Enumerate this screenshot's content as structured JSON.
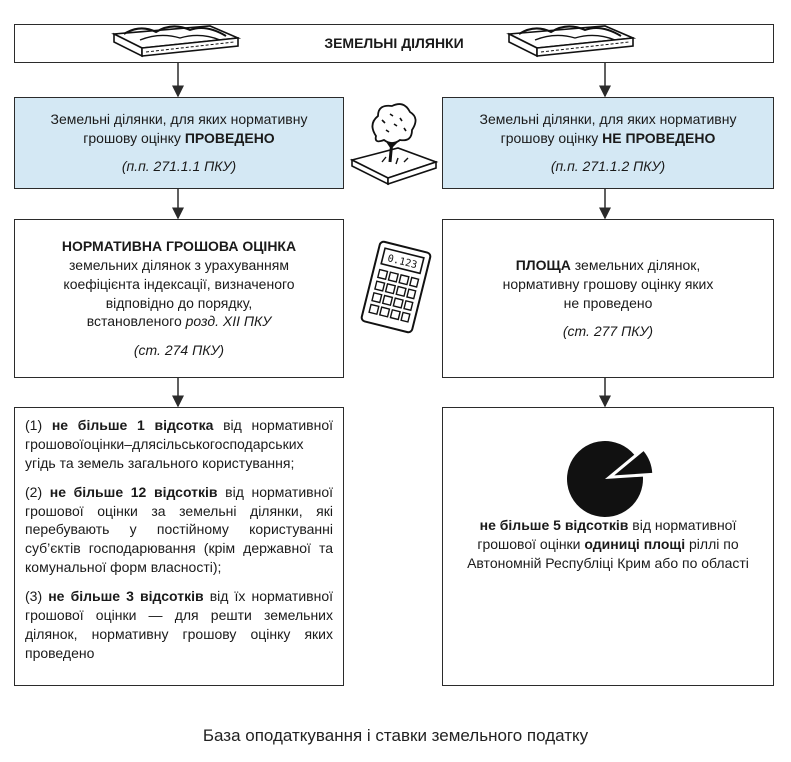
{
  "top": {
    "title": "ЗЕМЕЛЬНІ ДІЛЯНКИ"
  },
  "left_blue": {
    "line1": "Земельні ділянки, для яких нормативну",
    "line2_prefix": "грошову оцінку ",
    "line2_bold": "ПРОВЕДЕНО",
    "ref": "(п.п. 271.1.1 ПКУ)"
  },
  "right_blue": {
    "line1": "Земельні ділянки, для яких нормативну",
    "line2_prefix": "грошову оцінку ",
    "line2_bold": "НЕ ПРОВЕДЕНО",
    "ref": "(п.п. 271.1.2 ПКУ)"
  },
  "left_mid": {
    "title": "НОРМАТИВНА ГРОШОВА ОЦІНКА",
    "l1": "земельних ділянок з урахуванням",
    "l2": "коефіцієнта індексації, визначеного",
    "l3": "відповідно до порядку,",
    "l4_prefix": "встановленого ",
    "l4_italic": "розд. XII ПКУ",
    "ref": "(ст. 274 ПКУ)"
  },
  "right_mid": {
    "title": "ПЛОЩА",
    "l1_suffix": " земельних ділянок,",
    "l2": "нормативну грошову оцінку яких",
    "l3": "не проведено",
    "ref": "(ст. 277 ПКУ)"
  },
  "left_bottom": {
    "items": [
      {
        "num": "(1) ",
        "bold": "не більше 1 відсотка",
        "rest": " від нормативної грошовоїоцінки–длясільськогосподарських угідь та земель загального користування;"
      },
      {
        "num": "(2) ",
        "bold": "не більше 12 відсотків",
        "rest": " від нормативної грошової оцінки за земельні ділянки, які перебувають у постійному користуванні суб’єктів господарювання (крім державної та комунальної форм власності);"
      },
      {
        "num": "(3) ",
        "bold": "не більше 3 відсотків",
        "rest": " від їх нормативної грошової оцінки — для решти земельних ділянок, нормативну грошову оцінку яких проведено"
      }
    ]
  },
  "right_bottom": {
    "bold1": "не більше 5 відсотків",
    "t1": " від нормативної",
    "t2_prefix": "грошової оцінки ",
    "bold2": "одиниці площі",
    "t2_suffix": " ріллі по",
    "t3": "Автономній Республіці Крим або по області"
  },
  "calculator": {
    "display": "0.123"
  },
  "pie": {
    "fraction_removed": 0.1
  },
  "caption": "База оподаткування і ставки земельного податку",
  "colors": {
    "blue_fill": "#d4e8f4",
    "border": "#2b2b2b",
    "pie": "#111111"
  }
}
